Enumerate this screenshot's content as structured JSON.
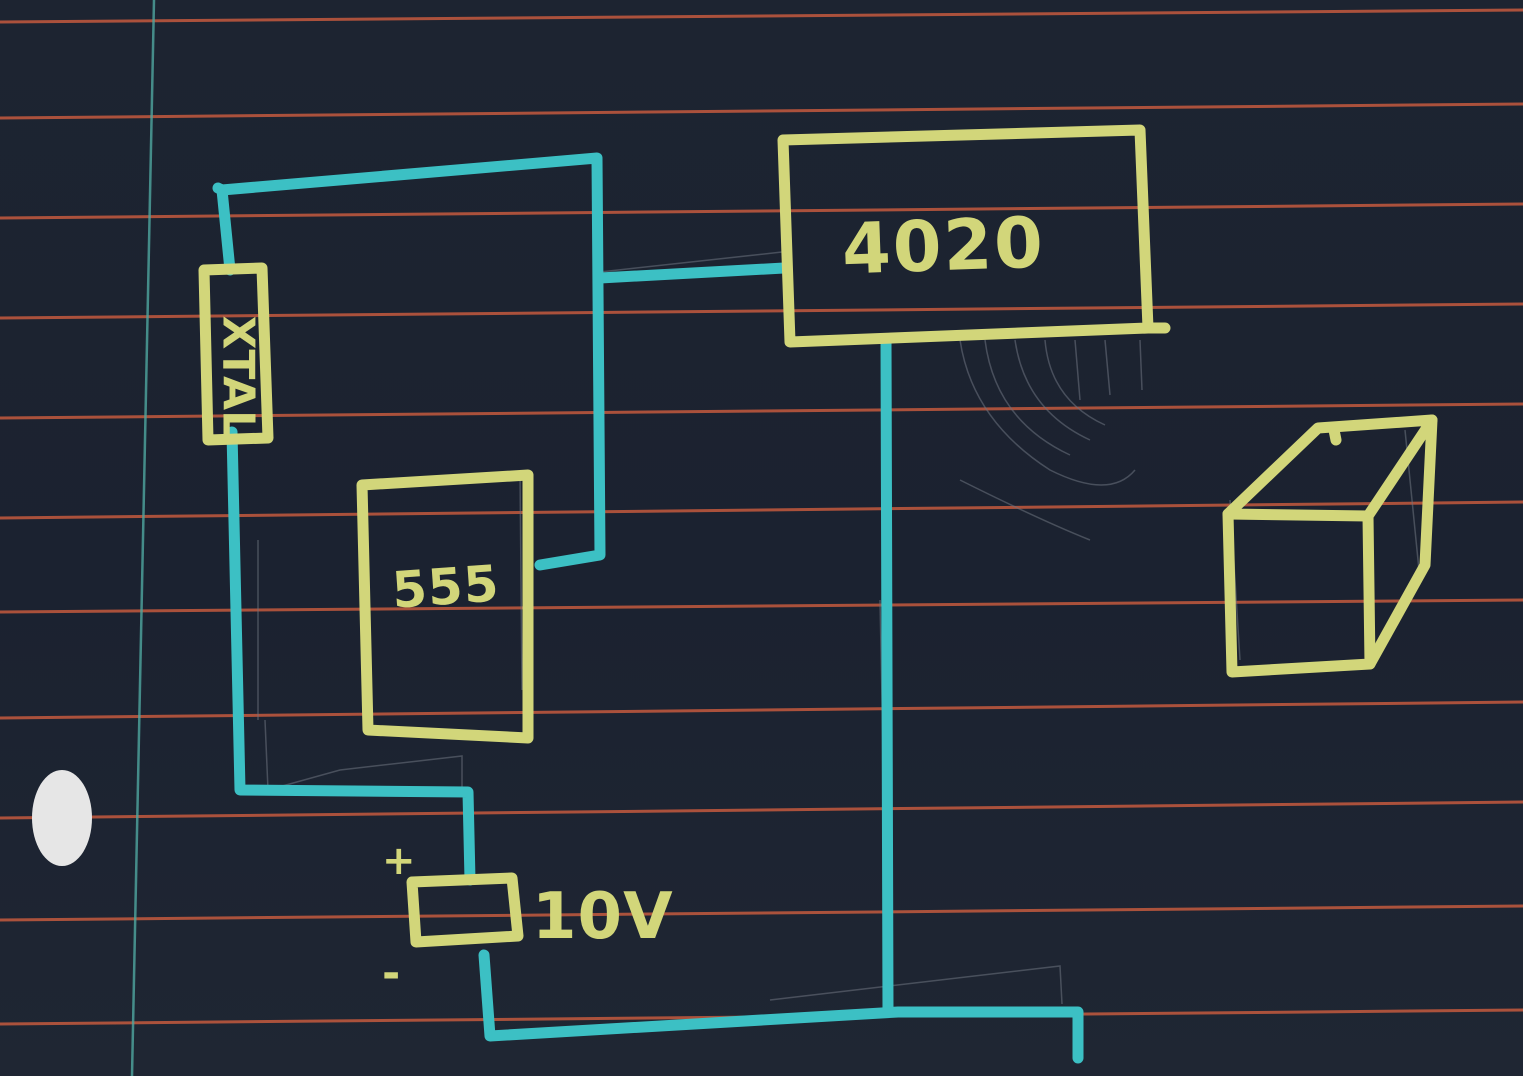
{
  "colors": {
    "paper": "#1b2230",
    "rule_line": "#c45a3e",
    "margin_line": "#4fa7a0",
    "wire": "#3cc0c4",
    "component": "#d2d67a",
    "pencil": "#6e7480",
    "punch_hole": "#e6e6e6"
  },
  "components": {
    "chip_4020": {
      "label": "4020"
    },
    "chip_555": {
      "label": "555"
    },
    "crystal": {
      "label": "XTAL"
    },
    "battery": {
      "voltage_label": "10V",
      "plus_label": "+",
      "minus_label": "-"
    },
    "cube": {
      "icon": "cube-icon"
    }
  }
}
